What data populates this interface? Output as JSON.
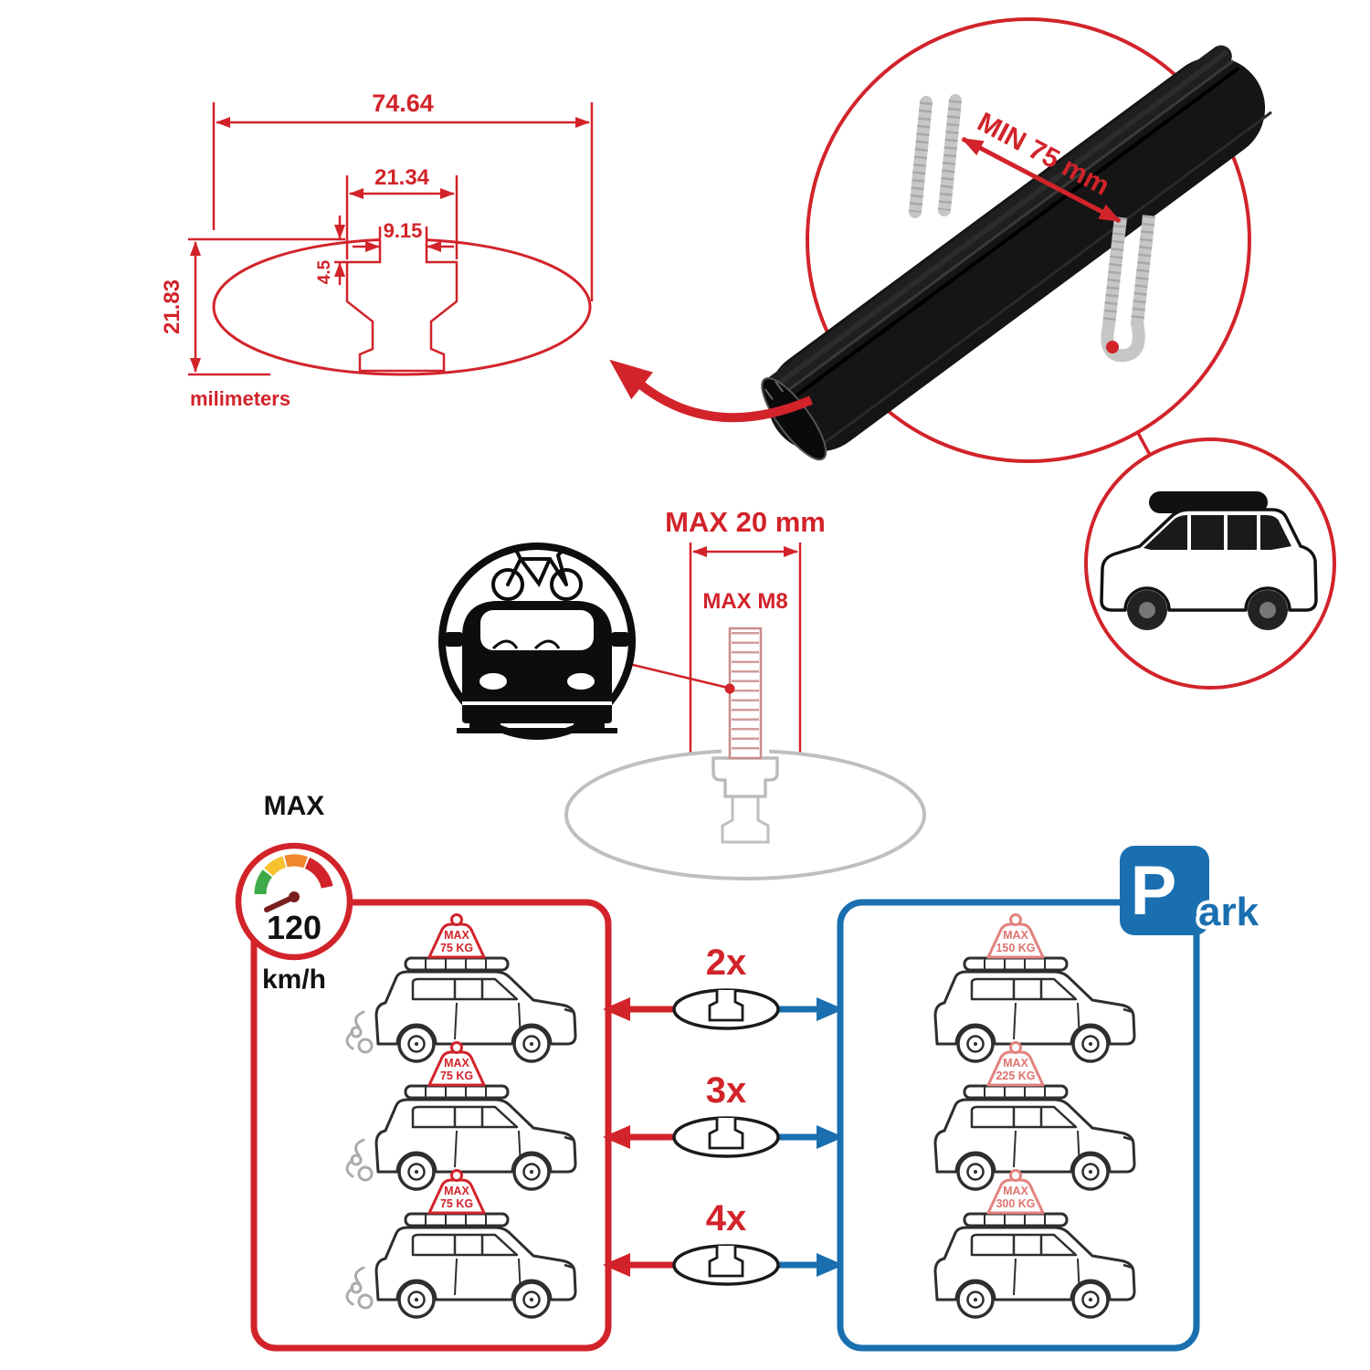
{
  "colors": {
    "accent_red": "#d2232a",
    "accent_blue": "#1a6fb0",
    "ghost_gray": "#bfbfbf",
    "ink_black": "#111111"
  },
  "dimensions": {
    "total_width": "74.64",
    "slot_width": "21.34",
    "channel_width": "9.15",
    "lip_height": "4.5",
    "bar_height": "21.83",
    "units": "milimeters"
  },
  "bar": {
    "min_span": "MIN 75 mm"
  },
  "bolt": {
    "max_width": "MAX 20 mm",
    "max_thread": "MAX M8"
  },
  "speed": {
    "title": "MAX",
    "value": "120",
    "unit": "km/h"
  },
  "left_panel": {
    "cars": [
      {
        "label": "MAX",
        "weight": "75 KG"
      },
      {
        "label": "MAX",
        "weight": "75 KG"
      },
      {
        "label": "MAX",
        "weight": "75 KG"
      }
    ]
  },
  "connectors": [
    {
      "count": "2x"
    },
    {
      "count": "3x"
    },
    {
      "count": "4x"
    }
  ],
  "right_panel": {
    "park_p": "P",
    "park_rest": "ark",
    "cars": [
      {
        "label": "MAX",
        "weight": "150 KG"
      },
      {
        "label": "MAX",
        "weight": "225 KG"
      },
      {
        "label": "MAX",
        "weight": "300 KG"
      }
    ]
  }
}
